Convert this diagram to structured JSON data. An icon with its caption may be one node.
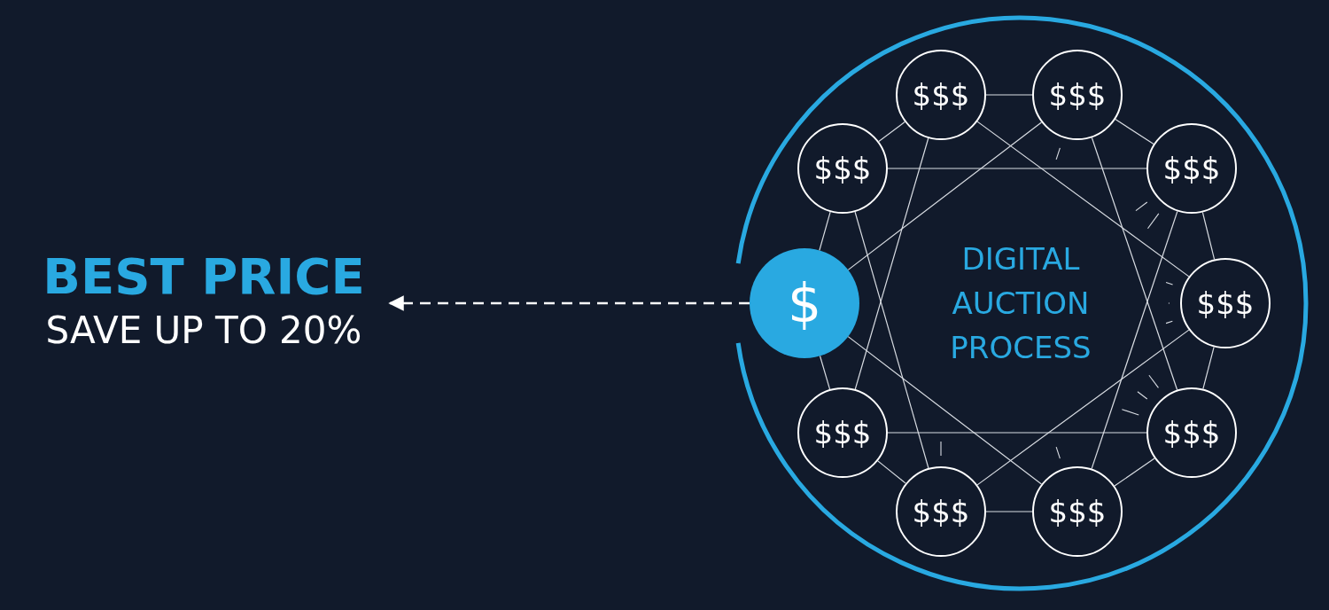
{
  "diagram": {
    "nodes": [
      {
        "text": [
          "BEST PRICE",
          "SAVE UP TO 20%"
        ]
      },
      {
        "text": [
          "DIGITAL AUCTION PROCESS"
        ]
      },
      {
        "text": [
          "$$$"
        ],
        "in": 1
      },
      {
        "text": [
          "$$$"
        ],
        "in": 1
      },
      {
        "text": [
          "$$$"
        ],
        "in": 1
      },
      {
        "text": [
          "$$$"
        ],
        "in": 1
      },
      {
        "text": [
          "$"
        ],
        "in": 1
      },
      {
        "text": [
          "$$$"
        ],
        "in": 1
      },
      {
        "text": [
          "$$$"
        ],
        "in": 1
      },
      {
        "text": [
          "$$$"
        ],
        "in": 1
      },
      {
        "text": [
          "$$$"
        ],
        "in": 1
      },
      {
        "text": [
          "$$$"
        ],
        "in": 1
      }
    ],
    "edges": [
      {
        "from": 6,
        "to": 0,
        "arrow": "to",
        "style": "dashed"
      },
      {
        "from": 6,
        "to": 4,
        "arrow": "none"
      },
      {
        "from": 4,
        "to": 2,
        "arrow": "none"
      },
      {
        "from": 2,
        "to": 3,
        "arrow": "none"
      },
      {
        "from": 3,
        "to": 5,
        "arrow": "none"
      },
      {
        "from": 5,
        "to": 7,
        "arrow": "none"
      },
      {
        "from": 7,
        "to": 9,
        "arrow": "none"
      },
      {
        "from": 9,
        "to": 11,
        "arrow": "none"
      },
      {
        "from": 11,
        "to": 10,
        "arrow": "none"
      },
      {
        "from": 10,
        "to": 8,
        "arrow": "none"
      },
      {
        "from": 8,
        "to": 6,
        "arrow": "none"
      },
      {
        "from": 6,
        "to": 3,
        "arrow": "none"
      },
      {
        "from": 4,
        "to": 5,
        "arrow": "none"
      },
      {
        "from": 2,
        "to": 7,
        "arrow": "none"
      },
      {
        "from": 3,
        "to": 9,
        "arrow": "none"
      },
      {
        "from": 5,
        "to": 11,
        "arrow": "none"
      },
      {
        "from": 7,
        "to": 10,
        "arrow": "none"
      },
      {
        "from": 9,
        "to": 8,
        "arrow": "none"
      },
      {
        "from": 11,
        "to": 6,
        "arrow": "none"
      },
      {
        "from": 10,
        "to": 4,
        "arrow": "none"
      },
      {
        "from": 8,
        "to": 2,
        "arrow": "none"
      }
    ]
  }
}
